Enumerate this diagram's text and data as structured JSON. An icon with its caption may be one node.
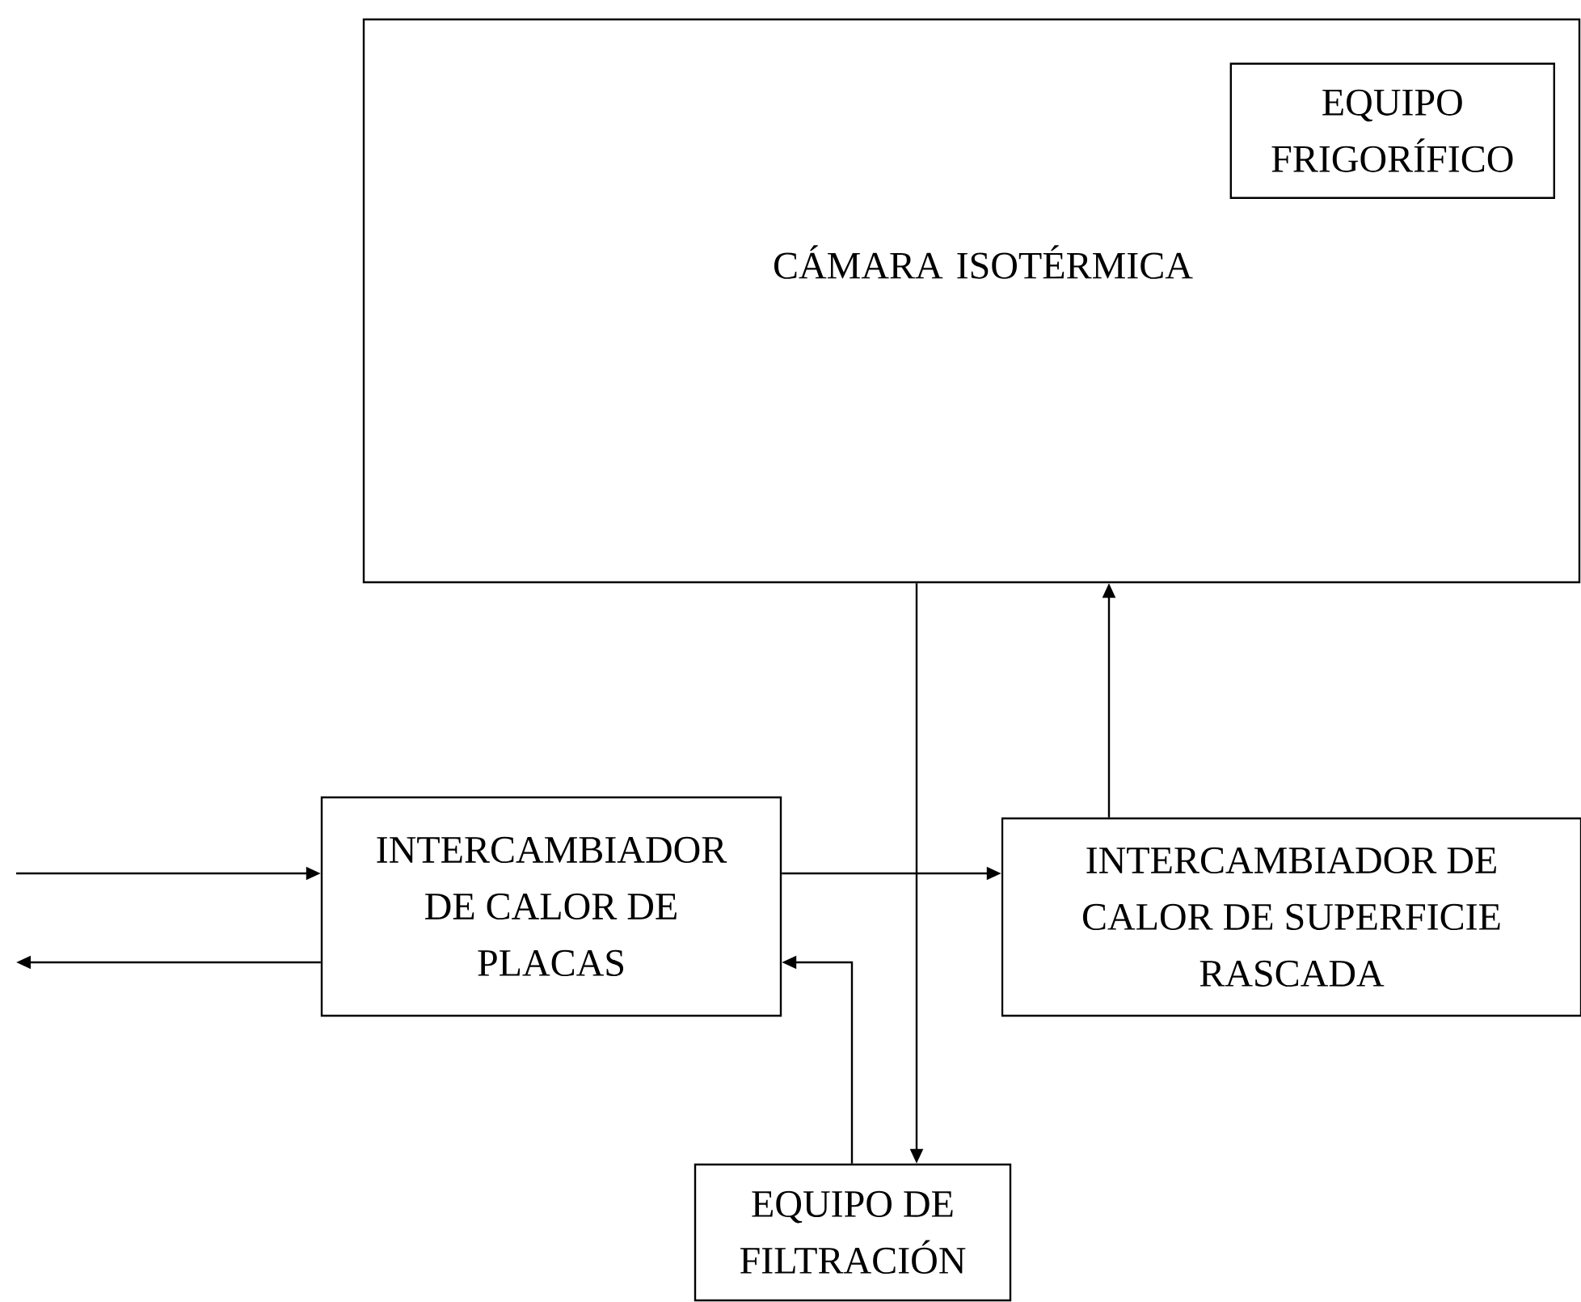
{
  "diagram": {
    "nodes": [
      {
        "text": [
          "CÁMARA ISOTÉRMICA"
        ]
      },
      {
        "text": [
          "EQUIPO FRIGORÍFICO"
        ],
        "in": 0
      },
      {
        "text": [
          "INTERCAMBIADOR DE CALOR DE PLACAS"
        ]
      },
      {
        "text": [
          "INTERCAMBIADOR DE CALOR DE SUPERFICIE RASCADA"
        ]
      },
      {
        "text": [
          "EQUIPO DE FILTRACIÓN"
        ]
      }
    ],
    "edges": [
      {
        "from": null,
        "to": 2,
        "arrow": "to"
      },
      {
        "from": 2,
        "to": null,
        "arrow": "to"
      },
      {
        "from": 2,
        "to": 3,
        "arrow": "to"
      },
      {
        "from": 3,
        "to": 0,
        "arrow": "to"
      },
      {
        "from": 0,
        "to": 4,
        "arrow": "to"
      },
      {
        "from": 4,
        "to": 2,
        "arrow": "to"
      }
    ]
  }
}
